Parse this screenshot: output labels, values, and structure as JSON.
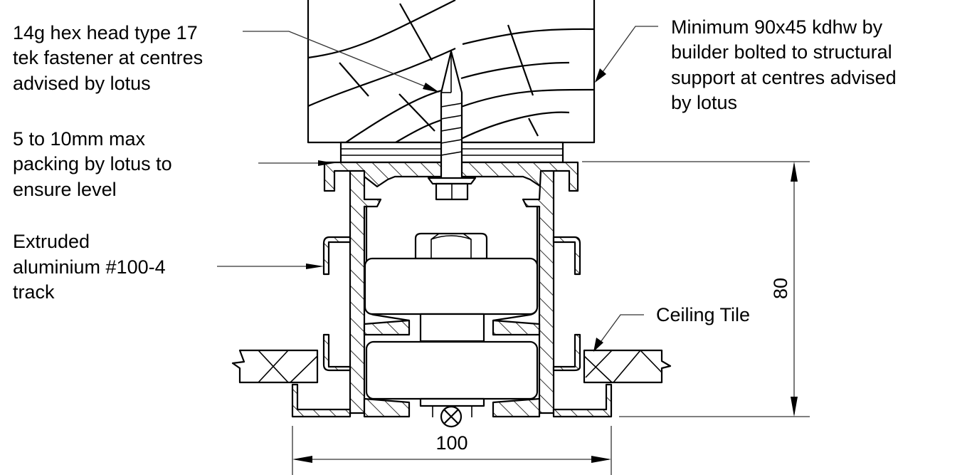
{
  "diagram": {
    "title": "Extruded aluminium track section with timber support and ceiling tiles",
    "annotations": {
      "fastener": [
        "14g hex head type 17",
        "tek fastener at centres",
        "advised by lotus"
      ],
      "packing": [
        "5 to 10mm max",
        "packing by lotus to",
        "ensure level"
      ],
      "track": [
        "Extruded",
        "aluminium #100-4",
        "track"
      ],
      "timber": [
        "Minimum 90x45 kdhw by",
        "builder bolted to structural",
        "support at centres advised",
        "by lotus"
      ],
      "ceiling": [
        "Ceiling Tile"
      ]
    },
    "dimensions": {
      "height": "80",
      "width": "100"
    },
    "colors": {
      "line": "#000000",
      "leader": "#333333",
      "background": "#ffffff"
    }
  }
}
